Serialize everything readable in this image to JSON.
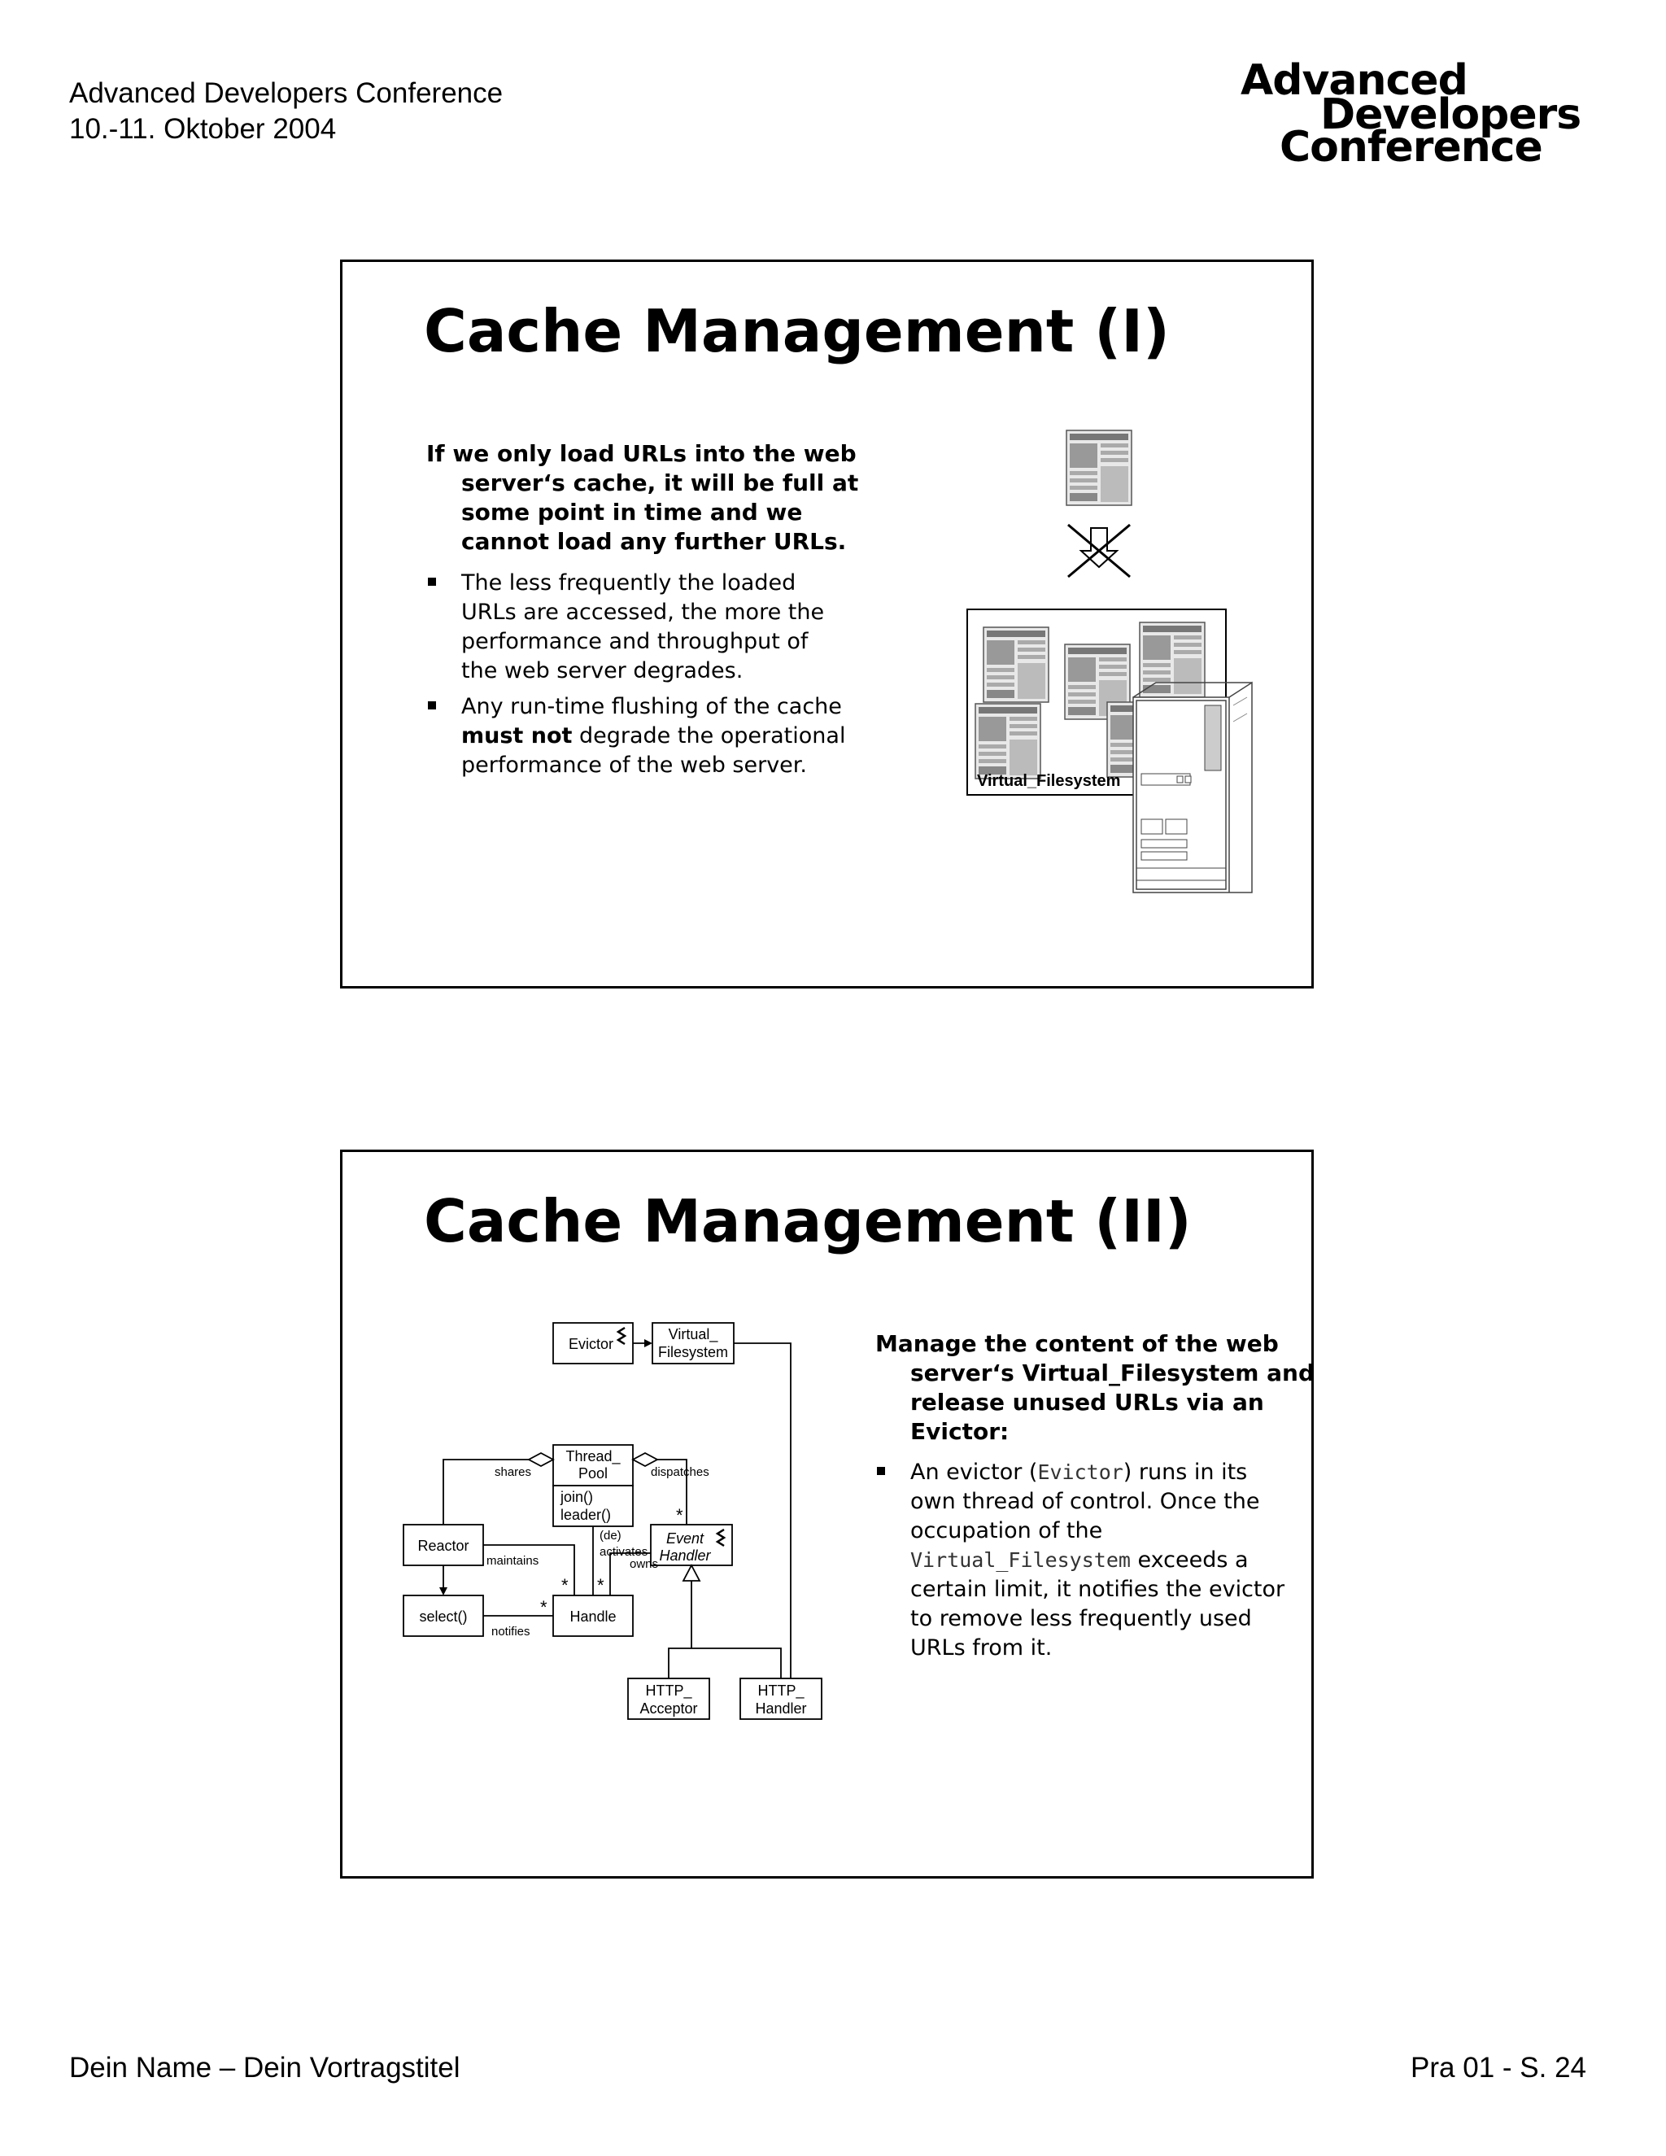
{
  "header": {
    "conference": "Advanced Developers Conference",
    "date": "10.-11. Oktober 2004",
    "logo_line1": "Advanced",
    "logo_line2": "Developers",
    "logo_line3": "Conference"
  },
  "slide1": {
    "title": "Cache Management (I)",
    "lead_first": "If we only load URLs into the web",
    "lead_rest": [
      "server‘s cache, it will be full at",
      "some point in time and we",
      "cannot load any further URLs."
    ],
    "bullet1": "The less frequently the loaded URLs are accessed, the more the performance and throughput of the web server degrades.",
    "bullet2_pre": "Any run-time flushing of the cache ",
    "bullet2_bold": "must not",
    "bullet2_post": " degrade the operational performance of the web server.",
    "figure_label": "Virtual_Filesystem"
  },
  "slide2": {
    "title": "Cache Management (II)",
    "lead_first": "Manage the content of the web",
    "lead_rest": [
      "server‘s Virtual_Filesystem and",
      "release unused URLs via an",
      "Evictor:"
    ],
    "bullet_a": "An evictor (",
    "bullet_code1": "Evictor",
    "bullet_b": ") runs in its own thread of control. Once the occupation of the ",
    "bullet_code2": "Virtual_Filesystem",
    "bullet_c": " exceeds a certain limit, it notifies the evictor to remove less frequently used URLs from it.",
    "uml": {
      "evictor": "Evictor",
      "vfs_line1": "Virtual_",
      "vfs_line2": "Filesystem",
      "threadpool_line1": "Thread_",
      "threadpool_line2": "Pool",
      "tp_op1": "join()",
      "tp_op2": "leader()",
      "reactor": "Reactor",
      "select": "select()",
      "handle": "Handle",
      "eh_line1": "Event",
      "eh_line2": "Handler",
      "acceptor_line1": "HTTP_",
      "acceptor_line2": "Acceptor",
      "httphandler_line1": "HTTP_",
      "httphandler_line2": "Handler",
      "shares": "shares",
      "dispatches": "dispatches",
      "de": "(de)",
      "activates": "activates",
      "maintains": "maintains",
      "owns": "owns",
      "notifies": "notifies",
      "star": "*"
    }
  },
  "footer": {
    "left": "Dein Name – Dein Vortragstitel",
    "right": "Pra 01 - S. 24"
  }
}
